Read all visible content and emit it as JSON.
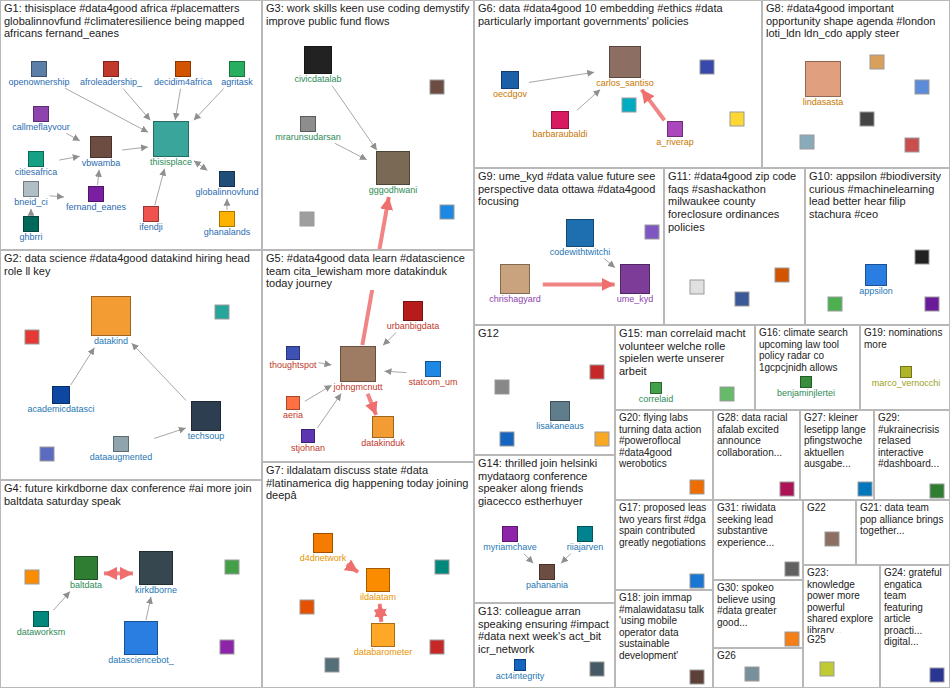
{
  "diagram": {
    "nodes": [
      {
        "text": [
          "G1: thisisplace #data4good africa #placematters globalinnovfund #climateresilience being mapped africans fernand_eanes"
        ]
      },
      {
        "text": [
          "openownership"
        ],
        "in": 0
      },
      {
        "text": [
          "afroleadership_"
        ],
        "in": 0
      },
      {
        "text": [
          "decidim4africa"
        ],
        "in": 0
      },
      {
        "text": [
          "agritask"
        ],
        "in": 0
      },
      {
        "text": [
          "callmeflayvour"
        ],
        "in": 0
      },
      {
        "text": [
          "citiesafrica"
        ],
        "in": 0
      },
      {
        "text": [
          "vbwamba"
        ],
        "in": 0
      },
      {
        "text": [
          "thisisplace"
        ],
        "in": 0
      },
      {
        "text": [
          "globalinnovfund"
        ],
        "in": 0
      },
      {
        "text": [
          "bneid_ci"
        ],
        "in": 0
      },
      {
        "text": [
          "fernand_eanes"
        ],
        "in": 0
      },
      {
        "text": [
          "ifendji"
        ],
        "in": 0
      },
      {
        "text": [
          "ghanalands"
        ],
        "in": 0
      },
      {
        "text": [
          "ghbrri"
        ],
        "in": 0
      },
      {
        "text": [
          "G3: work skills keen use coding demystify improve public fund flows"
        ]
      },
      {
        "text": [
          "civicdatalab"
        ],
        "in": 15
      },
      {
        "text": [
          "mrarunsudarsan"
        ],
        "in": 15
      },
      {
        "text": [
          "gggodhwani"
        ],
        "in": 15
      },
      {
        "text": [
          "G6: data #data4good 10 embedding #ethics #data particularly important governments' policies"
        ]
      },
      {
        "text": [
          "oecdgov"
        ],
        "in": 19
      },
      {
        "text": [
          "carlos_santiso"
        ],
        "in": 19
      },
      {
        "text": [
          "barbaraubaldi"
        ],
        "in": 19
      },
      {
        "text": [
          "a_riverap"
        ],
        "in": 19
      },
      {
        "text": [
          "G8: #data4good important opportunity shape agenda #london loti_ldn ldn_cdo apply steer"
        ]
      },
      {
        "text": [
          "lindasasta"
        ],
        "in": 24
      },
      {
        "text": [
          "G2: data science #data4good datakind hiring head role ll key"
        ]
      },
      {
        "text": [
          "datakind"
        ],
        "in": 26
      },
      {
        "text": [
          "academicdatasci"
        ],
        "in": 26
      },
      {
        "text": [
          "techsoup"
        ],
        "in": 26
      },
      {
        "text": [
          "dataaugmented"
        ],
        "in": 26
      },
      {
        "text": [
          "G5: #data4good data learn #datascience team cita_lewisham more datakinduk today journey"
        ]
      },
      {
        "text": [
          "urbanbigdata"
        ],
        "in": 31
      },
      {
        "text": [
          "thoughtspot"
        ],
        "in": 31
      },
      {
        "text": [
          "johngmcnutt"
        ],
        "in": 31
      },
      {
        "text": [
          "statcom_um"
        ],
        "in": 31
      },
      {
        "text": [
          "aeria"
        ],
        "in": 31
      },
      {
        "text": [
          "datakinduk"
        ],
        "in": 31
      },
      {
        "text": [
          "stjohnan"
        ],
        "in": 31
      },
      {
        "text": [
          "G9: ume_kyd #data value future see perspective data ottawa #data4good focusing"
        ]
      },
      {
        "text": [
          "codewithtwitchi"
        ],
        "in": 39
      },
      {
        "text": [
          "chrishagyard"
        ],
        "in": 39
      },
      {
        "text": [
          "ume_kyd"
        ],
        "in": 39
      },
      {
        "text": [
          "G11: #data4good zip code faqs #sashackathon milwaukee county foreclosure ordinances policies"
        ]
      },
      {
        "text": [
          "G10: appsilon #biodiversity curious #machinelearning lead better hear filip stachura #ceo"
        ]
      },
      {
        "text": [
          "appsilon"
        ],
        "in": 44
      },
      {
        "text": [
          "G12"
        ]
      },
      {
        "text": [
          "lisakaneaus"
        ],
        "in": 46
      },
      {
        "text": [
          "G15: man correlaid macht volunteer welche rolle spielen werte unserer arbeit"
        ]
      },
      {
        "text": [
          "correlaid"
        ],
        "in": 48
      },
      {
        "text": [
          "G16: climate search upcoming law tool policy radar co 1gcpcjnidh allows"
        ]
      },
      {
        "text": [
          "benjaminjlertei"
        ],
        "in": 50
      },
      {
        "text": [
          "G19: nominations more"
        ]
      },
      {
        "text": [
          "marco_vernocchi"
        ],
        "in": 52
      },
      {
        "text": [
          "G4: future kirkdborne dax conference #ai more join baltdata saturday speak"
        ]
      },
      {
        "text": [
          "baltdata"
        ],
        "in": 54
      },
      {
        "text": [
          "kirkdborne"
        ],
        "in": 54
      },
      {
        "text": [
          "dataworksm"
        ],
        "in": 54
      },
      {
        "text": [
          "datasciencebot_"
        ],
        "in": 54
      },
      {
        "text": [
          "G7: ildalatam discuss state #data #latinamerica dig happening today joining deepâ"
        ]
      },
      {
        "text": [
          "d4dnetwork"
        ],
        "in": 59
      },
      {
        "text": [
          "ildalatam"
        ],
        "in": 59
      },
      {
        "text": [
          "databarometer"
        ],
        "in": 59
      },
      {
        "text": [
          "G14: thrilled join helsinki mydataorg conference speaker along friends giacecco estherhuyer"
        ]
      },
      {
        "text": [
          "myriamchave"
        ],
        "in": 63
      },
      {
        "text": [
          "riiajarven"
        ],
        "in": 63
      },
      {
        "text": [
          "pahanania"
        ],
        "in": 63
      },
      {
        "text": [
          "G20: flying labs turning data action #poweroflocal #data4good werobotics"
        ]
      },
      {
        "text": [
          "G28: data racial afalab excited announce collaboration..."
        ]
      },
      {
        "text": [
          "G27: kleiner lesetipp lange pfingstwoche aktuellen ausgabe..."
        ]
      },
      {
        "text": [
          "G29: #ukrainecrisis relased interactive #dashboard..."
        ]
      },
      {
        "text": [
          "G17: proposed leas two years first #dga spain contributed greatly negotiations"
        ]
      },
      {
        "text": [
          "G31: riwidata seeking lead substantive experience..."
        ]
      },
      {
        "text": [
          "G22"
        ]
      },
      {
        "text": [
          "G21: data team pop alliance brings together..."
        ]
      },
      {
        "text": [
          "G30: spokeo believe using #data greater good..."
        ]
      },
      {
        "text": [
          "G23: knowledge power more powerful shared explore library..."
        ]
      },
      {
        "text": [
          "G24: grateful engatica team featuring article proacti... digital..."
        ]
      },
      {
        "text": [
          "G13: colleague arran speaking ensuring #impact #data next week's act_bit icr_network"
        ]
      },
      {
        "text": [
          "act4integrity"
        ],
        "in": 78
      },
      {
        "text": [
          "G18: join immap #malawidatasu talk 'using mobile operator data sustainable development'"
        ]
      },
      {
        "text": [
          "G26"
        ]
      },
      {
        "text": [
          "G25"
        ]
      }
    ],
    "edges": [
      {
        "from": 1,
        "to": 8,
        "arrow": "to"
      },
      {
        "from": 2,
        "to": 8,
        "arrow": "to"
      },
      {
        "from": 3,
        "to": 8,
        "arrow": "to"
      },
      {
        "from": 4,
        "to": 8,
        "arrow": "to"
      },
      {
        "from": 5,
        "to": 7,
        "arrow": "to"
      },
      {
        "from": 6,
        "to": 7,
        "arrow": "to"
      },
      {
        "from": 7,
        "to": 8,
        "arrow": "to"
      },
      {
        "from": 9,
        "to": 8,
        "arrow": "both"
      },
      {
        "from": 11,
        "to": 7,
        "arrow": "to"
      },
      {
        "from": 10,
        "to": 11,
        "arrow": "to"
      },
      {
        "from": 12,
        "to": 8,
        "arrow": "to"
      },
      {
        "from": 13,
        "to": 9,
        "arrow": "to"
      },
      {
        "from": 14,
        "to": 10,
        "arrow": "to"
      },
      {
        "from": 16,
        "to": 18,
        "arrow": "to"
      },
      {
        "from": 17,
        "to": 18,
        "arrow": "to"
      },
      {
        "from": 20,
        "to": 21,
        "arrow": "to"
      },
      {
        "from": 22,
        "to": 21,
        "arrow": "to"
      },
      {
        "from": 23,
        "to": 21,
        "arrow": "to"
      },
      {
        "from": 28,
        "to": 27,
        "arrow": "to"
      },
      {
        "from": 29,
        "to": 27,
        "arrow": "to"
      },
      {
        "from": 30,
        "to": 29,
        "arrow": "to"
      },
      {
        "from": 32,
        "to": 34,
        "arrow": "to"
      },
      {
        "from": 33,
        "to": 34,
        "arrow": "to"
      },
      {
        "from": 35,
        "to": 34,
        "arrow": "to"
      },
      {
        "from": 36,
        "to": 34,
        "arrow": "to"
      },
      {
        "from": 38,
        "to": 34,
        "arrow": "to"
      },
      {
        "from": 34,
        "to": 37,
        "arrow": "to"
      },
      {
        "from": 34,
        "to": 18,
        "arrow": "to"
      },
      {
        "from": 41,
        "to": 42,
        "arrow": "to"
      },
      {
        "from": 40,
        "to": 42,
        "arrow": "to"
      },
      {
        "from": 55,
        "to": 56,
        "arrow": "both"
      },
      {
        "from": 57,
        "to": 55,
        "arrow": "to"
      },
      {
        "from": 58,
        "to": 56,
        "arrow": "to"
      },
      {
        "from": 60,
        "to": 61,
        "arrow": "to"
      },
      {
        "from": 62,
        "to": 61,
        "arrow": "both"
      },
      {
        "from": 64,
        "to": 66,
        "arrow": "to"
      },
      {
        "from": 65,
        "to": 66,
        "arrow": "to"
      }
    ]
  }
}
